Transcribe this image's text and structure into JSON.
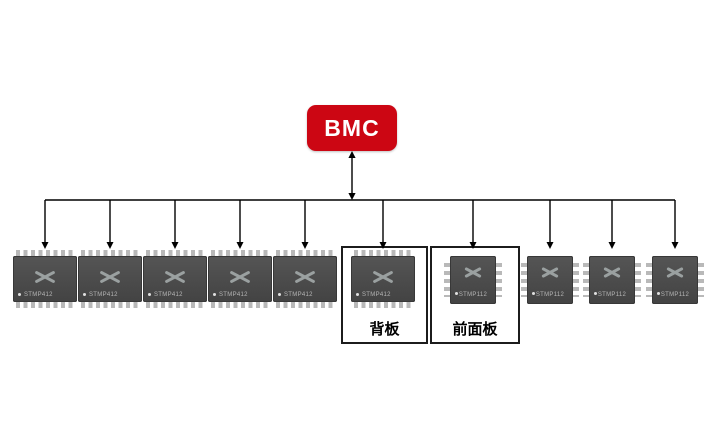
{
  "colors": {
    "bmc": "#cc0613",
    "line": "#000000",
    "chip_body": "#4a4a4a"
  },
  "bmc": {
    "label": "BMC"
  },
  "boxes": [
    {
      "label": "背板"
    },
    {
      "label": "前面板"
    }
  ],
  "chips": [
    {
      "label": "STMP412",
      "type": "soic"
    },
    {
      "label": "STMP412",
      "type": "soic"
    },
    {
      "label": "STMP412",
      "type": "soic"
    },
    {
      "label": "STMP412",
      "type": "soic"
    },
    {
      "label": "STMP412",
      "type": "soic"
    },
    {
      "label": "STMP412",
      "type": "soic",
      "box": "背板"
    },
    {
      "label": "STMP112",
      "type": "qfn",
      "box": "前面板"
    },
    {
      "label": "STMP112",
      "type": "qfn"
    },
    {
      "label": "STMP112",
      "type": "qfn"
    },
    {
      "label": "STMP112",
      "type": "qfn"
    }
  ]
}
